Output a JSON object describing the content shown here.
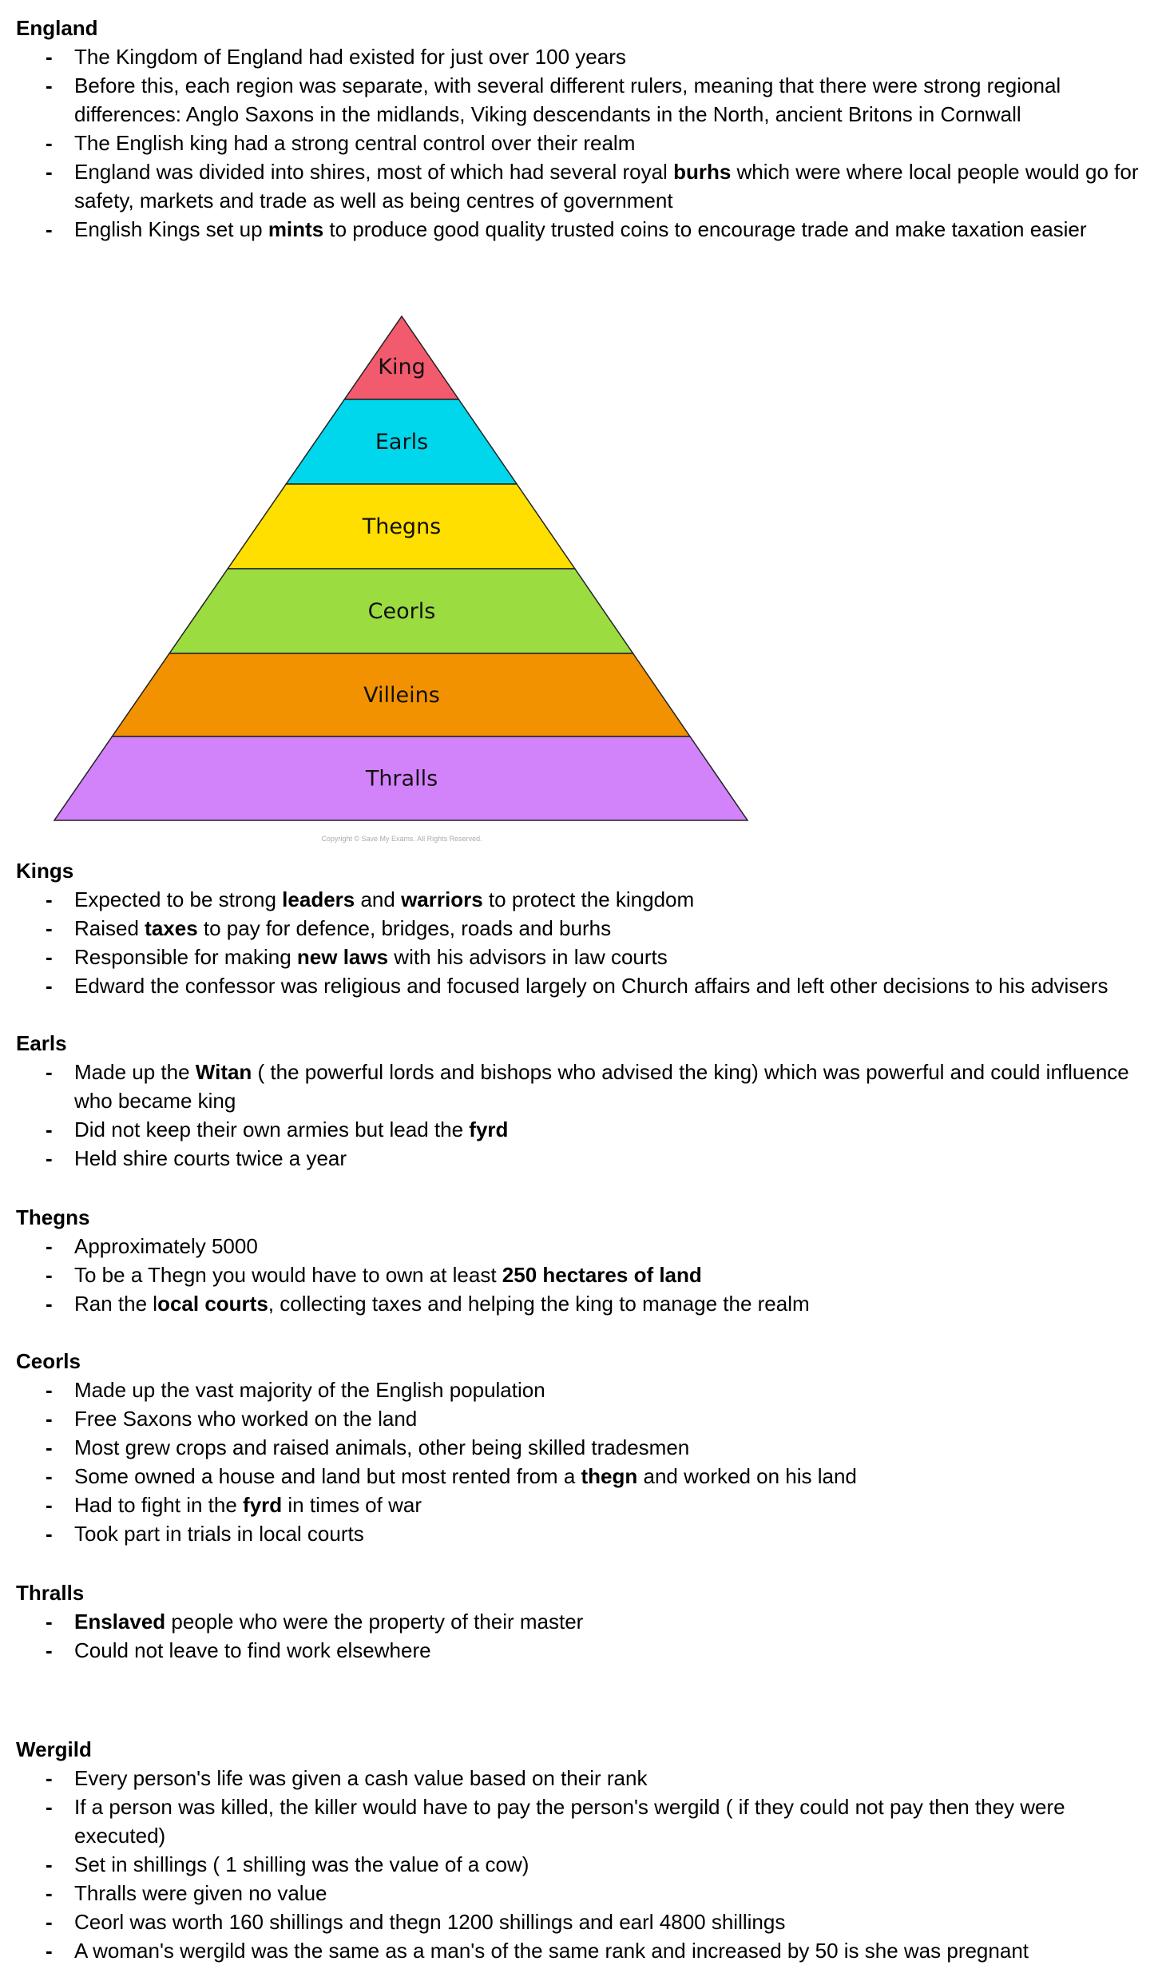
{
  "sections": {
    "england": {
      "title": "England",
      "items": [
        [
          "The Kingdom of England had existed for just over 100 years"
        ],
        [
          "Before this, each region was separate, with several different rulers, meaning that there were strong regional differences: Anglo Saxons in the midlands, Viking descendants in the North, ancient Britons in Cornwall"
        ],
        [
          "The English king had a strong central control over their realm"
        ],
        [
          "England was divided into shires, most of which had several royal ",
          {
            "b": "burhs"
          },
          " which were where local people would go for safety, markets and trade as well as being centres of government"
        ],
        [
          "English Kings set up ",
          {
            "b": "mints"
          },
          " to produce good quality trusted coins to encourage trade and make taxation easier"
        ]
      ]
    },
    "kings": {
      "title": "Kings",
      "items": [
        [
          "Expected to be strong ",
          {
            "b": "leaders"
          },
          " and ",
          {
            "b": "warriors"
          },
          " to protect the kingdom"
        ],
        [
          "Raised ",
          {
            "b": "taxes"
          },
          " to pay for defence, bridges, roads and burhs"
        ],
        [
          "Responsible for making ",
          {
            "b": "new laws"
          },
          " with his advisors in law courts"
        ],
        [
          "Edward the confessor was religious and focused largely on Church affairs and left other decisions to his advisers"
        ]
      ]
    },
    "earls": {
      "title": "Earls",
      "items": [
        [
          "Made up the ",
          {
            "b": "Witan"
          },
          " ( the powerful lords and bishops who advised the king) which was powerful and could influence who became king"
        ],
        [
          "Did not keep their own armies but lead the ",
          {
            "b": "fyrd"
          }
        ],
        [
          "Held shire courts twice a year"
        ]
      ]
    },
    "thegns": {
      "title": "Thegns",
      "items": [
        [
          "Approximately 5000"
        ],
        [
          "To be a Thegn you would have to own at least ",
          {
            "b": "250 hectares of land"
          }
        ],
        [
          "Ran the l",
          {
            "b": "ocal courts"
          },
          ", collecting taxes and helping the king to manage the realm"
        ]
      ]
    },
    "ceorls": {
      "title": "Ceorls",
      "items": [
        [
          "Made up the vast majority of the English population"
        ],
        [
          "Free Saxons who worked on the land"
        ],
        [
          "Most grew crops and raised animals, other being skilled tradesmen"
        ],
        [
          "Some owned a house and land but most rented from a ",
          {
            "b": "thegn"
          },
          " and worked on his land"
        ],
        [
          "Had to fight in the ",
          {
            "b": "fyrd"
          },
          " in times of war"
        ],
        [
          "Took part in trials in local courts"
        ]
      ]
    },
    "thralls": {
      "title": "Thralls",
      "items": [
        [
          {
            "b": "Enslaved"
          },
          " people who were the property of their master"
        ],
        [
          "Could not leave to find work elsewhere"
        ]
      ]
    },
    "wergild": {
      "title": "Wergild",
      "items": [
        [
          "Every person's life was given a cash value based on their rank"
        ],
        [
          "If a person was killed, the killer would have to pay the person's wergild ( if they could not pay then they were executed)"
        ],
        [
          "Set in shillings ( 1 shilling was the value of a cow)"
        ],
        [
          "Thralls were given no value"
        ],
        [
          "Ceorl was worth 160 shillings and thegn 1200 shillings and earl 4800 shillings"
        ],
        [
          "A woman's wergild was the same as a man's of the same rank and increased by 50 is she was pregnant"
        ]
      ]
    }
  },
  "pyramid": {
    "tiers": [
      {
        "label": "King",
        "color": "#f25a6e"
      },
      {
        "label": "Earls",
        "color": "#00d7ec"
      },
      {
        "label": "Thegns",
        "color": "#ffdf00"
      },
      {
        "label": "Ceorls",
        "color": "#9bdc41"
      },
      {
        "label": "Villeins",
        "color": "#f29200"
      },
      {
        "label": "Thralls",
        "color": "#d383fa"
      }
    ],
    "copyright": "Copyright © Save My Exams. All Rights Reserved."
  }
}
